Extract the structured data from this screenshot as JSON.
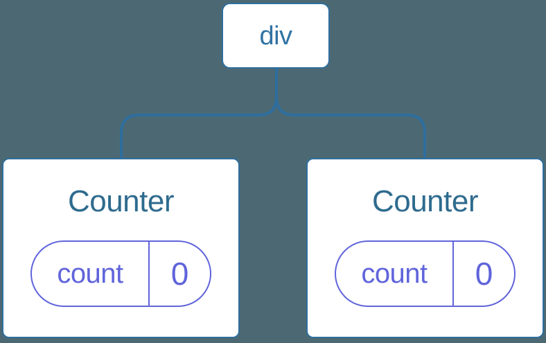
{
  "diagram": {
    "root": {
      "label": "div"
    },
    "children": [
      {
        "title": "Counter",
        "state_pill": {
          "name": "count",
          "value": "0"
        }
      },
      {
        "title": "Counter",
        "state_pill": {
          "name": "count",
          "value": "0"
        }
      }
    ]
  },
  "colors": {
    "background": "#4C6973",
    "node_fill": "#FFFFFF",
    "node_border_blue": "#2E6E9E",
    "root_label_blue": "#3173A3",
    "counter_title_teal": "#2E6B8E",
    "state_purple": "#6064DB"
  }
}
